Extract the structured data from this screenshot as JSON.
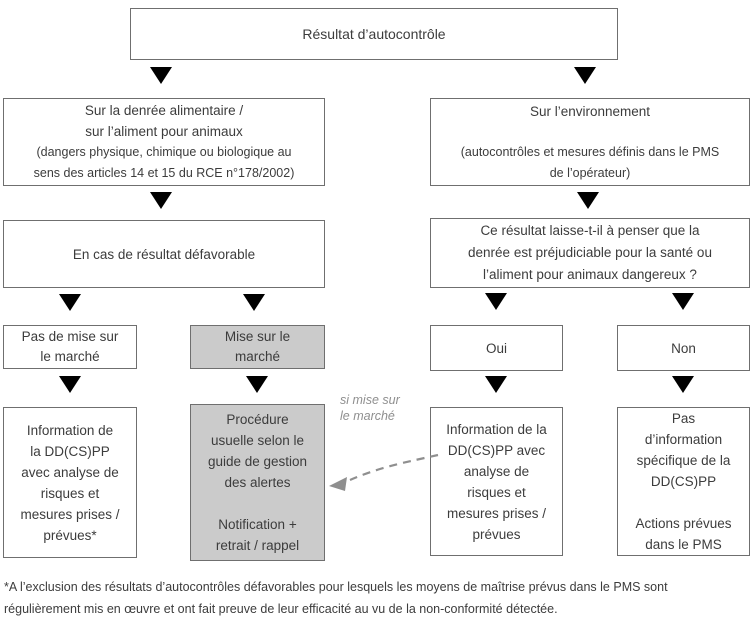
{
  "root": {
    "label": "Résultat d’autocontrôle"
  },
  "left_branch": {
    "condition_main": "Sur la denrée alimentaire /\nsur l’aliment pour animaux",
    "condition_sub": "(dangers physique, chimique ou biologique au\nsens des articles 14 et 15 du RCE n°178/2002)",
    "case": "En cas de résultat défavorable",
    "option_no_market": "Pas de mise sur\nle marché",
    "option_market": "Mise sur le\nmarché",
    "outcome_no_market": "Information de\nla DD(CS)PP\navec analyse de\nrisques et\nmesures prises /\nprévues*",
    "outcome_market": "Procédure\nusuelle selon le\nguide de gestion\ndes alertes\n\nNotification +\nretrait / rappel"
  },
  "right_branch": {
    "condition_main": "Sur l’environnement",
    "condition_sub": "(autocontrôles et mesures définis dans le PMS\nde l’opérateur)",
    "question": "Ce résultat laisse-t-il à penser que la\ndenrée est préjudiciable pour la santé ou\nl’aliment pour animaux dangereux ?",
    "option_yes": "Oui",
    "option_no": "Non",
    "outcome_yes": "Information de la\nDD(CS)PP avec\nanalyse de\nrisques et\nmesures prises /\nprévues",
    "outcome_no": "Pas\nd’information\nspécifique de la\nDD(CS)PP\n\nActions prévues\ndans le PMS"
  },
  "connector": {
    "label": "si mise sur\nle marché"
  },
  "footnote": "*A l’exclusion des résultats d’autocontrôles défavorables pour lesquels les moyens de maîtrise prévus dans le PMS sont\nrégulièrement mis en œuvre et ont fait preuve de leur efficacité au vu de la non-conformité détectée.",
  "colors": {
    "background": "#ffffff",
    "box_border": "#6f6f6f",
    "box_fill": "#ffffff",
    "gray_fill": "#cbcbcb",
    "text": "#3c3c3c",
    "arrow": "#000000",
    "dashed": "#8f8f8f"
  }
}
